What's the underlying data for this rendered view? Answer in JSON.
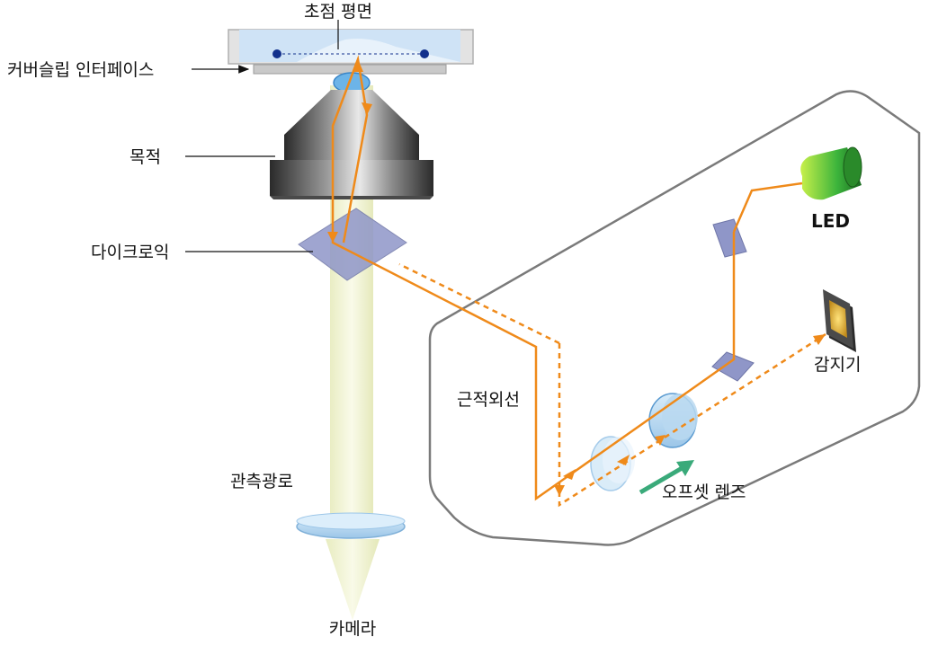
{
  "labels": {
    "focal_plane": "초점 평면",
    "coverslip_interface": "커버슬립 인터페이스",
    "objective": "목적",
    "dichroic": "다이크로익",
    "observation_path": "관측광로",
    "camera": "카메라",
    "nir": "근적외선",
    "led": "LED",
    "detector": "감지기",
    "offset_lens": "오프셋 렌즈"
  },
  "colors": {
    "beam": "#ef8a1a",
    "light_path": "#eef0c8",
    "glass": "#b8d8f0",
    "mirror": "#8f96c8",
    "housing": "#7a7a7a",
    "led": "#3cb43c",
    "arrow": "#3aaa7a",
    "marker": "#12308c"
  }
}
